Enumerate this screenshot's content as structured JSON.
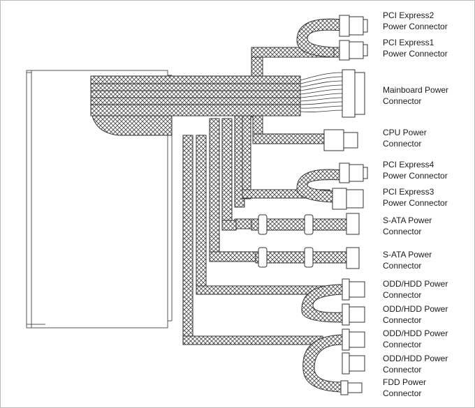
{
  "connectors": [
    {
      "id": "pcie2",
      "line1": "PCI Express2",
      "line2": "Power Connector"
    },
    {
      "id": "pcie1",
      "line1": "PCI Express1",
      "line2": "Power Connector"
    },
    {
      "id": "mainboard",
      "line1": "Mainboard Power",
      "line2": "Connector"
    },
    {
      "id": "cpu",
      "line1": "CPU Power",
      "line2": "Connector"
    },
    {
      "id": "pcie4",
      "line1": "PCI Express4",
      "line2": "Power Connector"
    },
    {
      "id": "pcie3",
      "line1": "PCI Express3",
      "line2": "Power Connector"
    },
    {
      "id": "sata1",
      "line1": "S-ATA Power",
      "line2": "Connector"
    },
    {
      "id": "sata2",
      "line1": "S-ATA Power",
      "line2": "Connector"
    },
    {
      "id": "odd1",
      "line1": "ODD/HDD Power",
      "line2": "Connector"
    },
    {
      "id": "odd2",
      "line1": "ODD/HDD Power",
      "line2": "Connector"
    },
    {
      "id": "odd3",
      "line1": "ODD/HDD Power",
      "line2": "Connector"
    },
    {
      "id": "odd4",
      "line1": "ODD/HDD Power",
      "line2": "Connector"
    },
    {
      "id": "fdd",
      "line1": "FDD Power",
      "line2": "Connector"
    }
  ]
}
